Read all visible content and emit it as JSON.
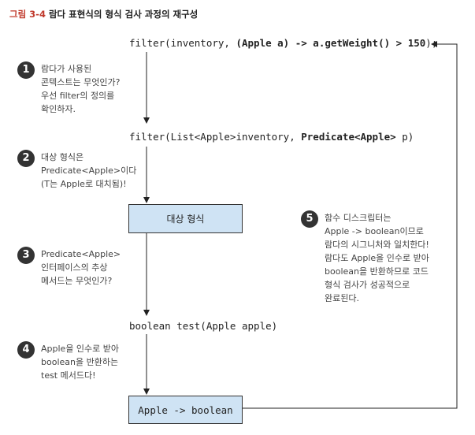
{
  "figure": {
    "label": "그림 3-4",
    "title": "람다 표현식의 형식 검사 과정의 재구성"
  },
  "code_lines": {
    "line1": {
      "pre": "filter(inventory, ",
      "bold": "(Apple a) -> a.getWeight() > 150",
      "post": ");"
    },
    "line2": {
      "pre": "filter(List<Apple>inventory, ",
      "bold": "Predicate<Apple>",
      "post": " p)"
    },
    "line3": "boolean test(Apple apple)"
  },
  "boxes": {
    "target_type": "대상 형식",
    "signature": "Apple -> boolean"
  },
  "steps": [
    {
      "num": "1",
      "text": "람다가 사용된\n콘텍스트는 무엇인가?\n우선 filter의 정의를\n확인하자."
    },
    {
      "num": "2",
      "text": "대상 형식은\nPredicate<Apple>이다\n(T는 Apple로 대치됨)!"
    },
    {
      "num": "3",
      "text": "Predicate<Apple>\n인터페이스의 추상\n메서드는 무엇인가?"
    },
    {
      "num": "4",
      "text": "Apple을 인수로 받아\nboolean을 반환하는\ntest 메서드다!"
    },
    {
      "num": "5",
      "text": "함수 디스크립터는\nApple -> boolean이므로\n람다의 시그니처와 일치한다!\n람다도 Apple을 인수로 받아\nboolean을 반환하므로 코드\n형식 검사가 성공적으로\n완료된다."
    }
  ]
}
